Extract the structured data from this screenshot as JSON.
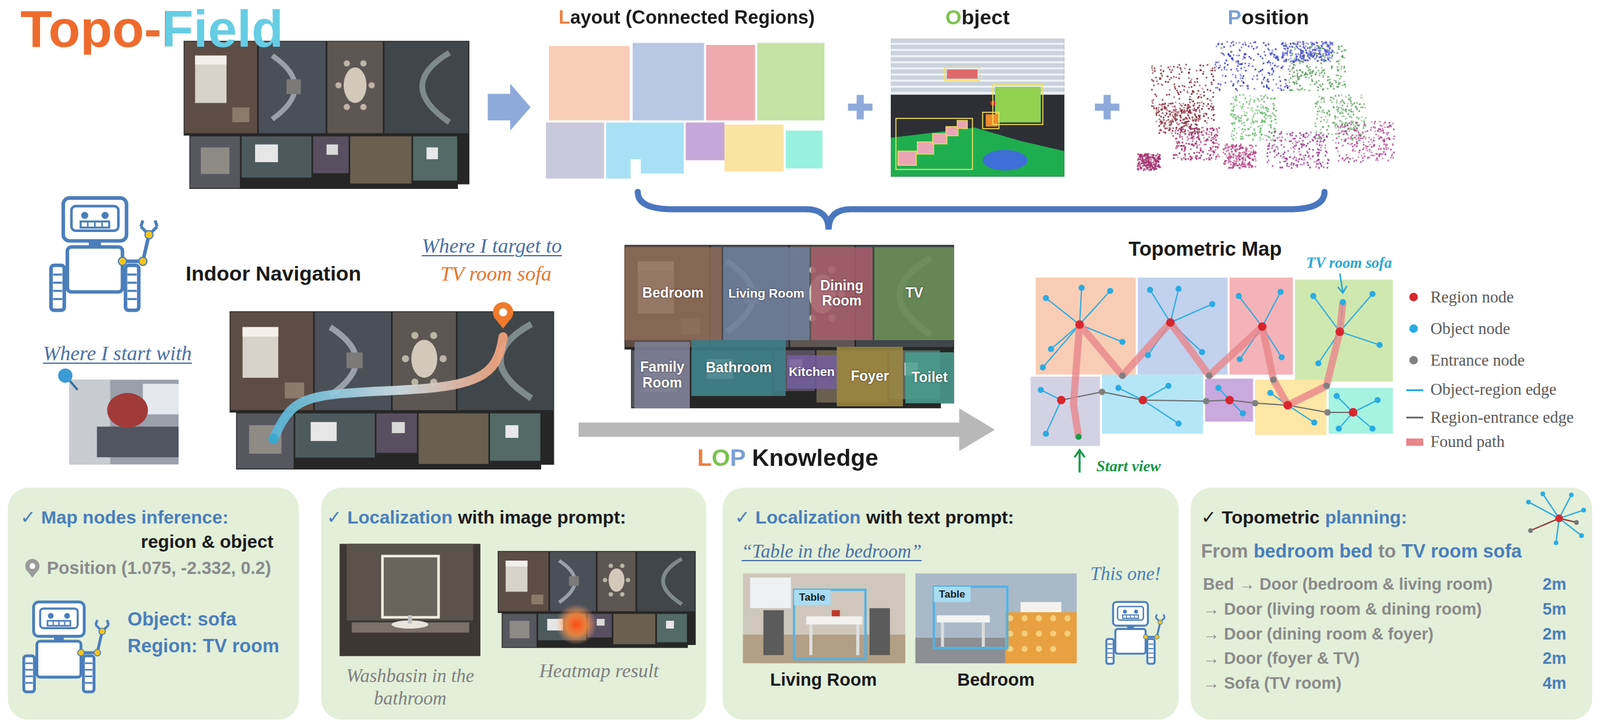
{
  "diagram": {
    "title": "Topo-Field",
    "nodes": [
      {
        "text": [
          "Bedroom"
        ]
      },
      {
        "text": [
          "Living Room"
        ]
      },
      {
        "text": [
          "Dining Room"
        ]
      },
      {
        "text": [
          "TV"
        ]
      },
      {
        "text": [
          "Family Room"
        ]
      },
      {
        "text": [
          "Bathroom"
        ]
      },
      {
        "text": [
          "Kitchen"
        ]
      },
      {
        "text": [
          "Foyer"
        ]
      },
      {
        "text": [
          "Toilet"
        ]
      },
      {
        "text": [
          "✓",
          "Map nodes inference:",
          "region & object",
          "Position (1.075, -2.332, 0.2)",
          "Object: sofa",
          "Region: TV room"
        ]
      },
      {
        "text": [
          "✓",
          "Localization",
          "with image prompt:",
          "Washbasin in the bathroom",
          "Heatmap result"
        ]
      },
      {
        "text": [
          "✓",
          "Localization",
          "with text prompt:",
          "“Table in the bedroom”",
          "Table",
          "Table",
          "Living Room",
          "Bedroom",
          "This one!"
        ]
      },
      {
        "text": [
          "✓",
          "Topometric",
          "planning:",
          "From",
          "bedroom bed",
          "to",
          "TV room sofa",
          "Bed → Door (bedroom & living room)",
          "2m",
          "→ Door (living room & dining room)",
          "5m",
          "→ Door (dining room & foyer)",
          "2m",
          "→ Door (foyer & TV)",
          "2m",
          "→ Sofa (TV room)",
          "4m"
        ]
      }
    ],
    "labels": [
      "Layout (Connected Regions)",
      "Object",
      "Position",
      "Indoor Navigation",
      "Where I target to",
      "TV room sofa",
      "Where I start with",
      "LOP Knowledge",
      "Topometric Map",
      "TV room sofa",
      "Start view"
    ],
    "legend": [
      {
        "text": "Region node",
        "color": "#d7262e"
      },
      {
        "text": "Object node",
        "color": "#29abe2"
      },
      {
        "text": "Entrance node",
        "color": "#808080"
      },
      {
        "text": "Object-region edge"
      },
      {
        "text": "Region-entrance edge"
      },
      {
        "text": "Found path",
        "color": "#e8868b"
      }
    ]
  }
}
